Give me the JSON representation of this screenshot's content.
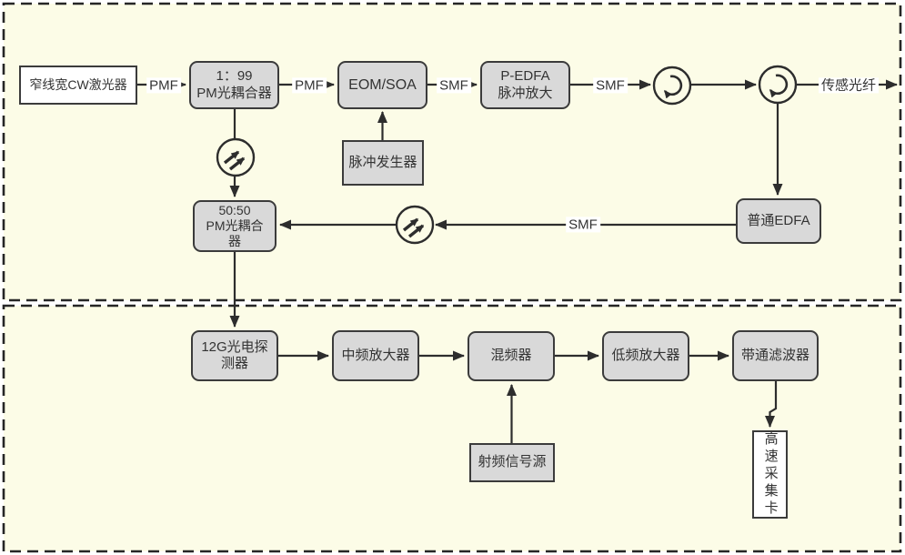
{
  "colors": {
    "canvas_bg": "#ffffff",
    "section_fill": "#FCFCE7",
    "node_fill": "#D9D9D9",
    "node_fill_light": "#FFFFFF",
    "node_border": "#3B3B3B",
    "dashed_frame": "#262626",
    "line": "#2D2D2D",
    "text": "#333333"
  },
  "nodes": {
    "laser": {
      "lines": [
        "窄线宽CW激光器"
      ]
    },
    "pm_coupler_1_99": {
      "lines": [
        "1：99",
        "PM光耦合器"
      ]
    },
    "eom_soa": {
      "lines": [
        "EOM/SOA"
      ]
    },
    "p_edfa": {
      "lines": [
        "P-EDFA",
        "脉冲放大"
      ]
    },
    "pulse_generator": {
      "lines": [
        "脉冲发生器"
      ]
    },
    "pm_coupler_50_50": {
      "lines": [
        "50:50",
        "PM光耦合",
        "器"
      ]
    },
    "edfa": {
      "lines": [
        "普通EDFA"
      ]
    },
    "photodetector_12g": {
      "lines": [
        "12G光电探",
        "测器"
      ]
    },
    "if_amplifier": {
      "lines": [
        "中频放大器"
      ]
    },
    "mixer": {
      "lines": [
        "混频器"
      ]
    },
    "lf_amplifier": {
      "lines": [
        "低频放大器"
      ]
    },
    "bandpass_filter": {
      "lines": [
        "带通滤波器"
      ]
    },
    "rf_signal_source": {
      "lines": [
        "射频信号源"
      ]
    },
    "daq_card": {
      "label": "高速采集卡"
    }
  },
  "edge_labels": {
    "pmf_1": "PMF",
    "pmf_2": "PMF",
    "smf_1": "SMF",
    "smf_2": "SMF",
    "sensing_fiber": "传感光纤",
    "smf_3": "SMF"
  }
}
